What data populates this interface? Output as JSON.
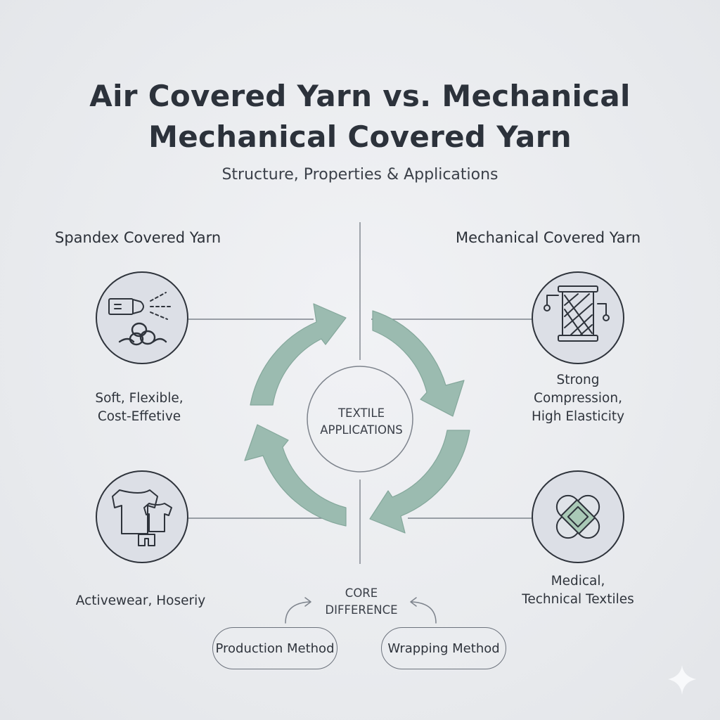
{
  "header": {
    "title_line1": "Air Covered Yarn vs. Mechanical",
    "title_line2": "Mechanical Covered Yarn",
    "subtitle": "Structure, Properties & Applications"
  },
  "left": {
    "heading": "Spandex Covered Yarn",
    "property_line1": "Soft, Flexible,",
    "property_line2": "Cost-Effetive",
    "application": "Activewear, Hoseriy"
  },
  "right": {
    "heading": "Mechanical Covered Yarn",
    "property_line1": "Strong",
    "property_line2": "Compression,",
    "property_line3": "High Elasticity",
    "application_line1": "Medical,",
    "application_line2": "Technical Textiles"
  },
  "center": {
    "label_line1": "TEXTILE",
    "label_line2": "APPLICATIONS"
  },
  "core": {
    "label_line1": "CORE",
    "label_line2": "DIFFERENCE",
    "left_pill": "Production Method",
    "right_pill": "Wrapping Method"
  },
  "colors": {
    "arrow_fill": "#9bbbb0",
    "arrow_stroke": "#84a79b",
    "icon_stroke": "#2e333b",
    "circle_fill": "#dcdfe6",
    "line": "#7d838c",
    "bandage_accent": "#a9c9b6"
  }
}
